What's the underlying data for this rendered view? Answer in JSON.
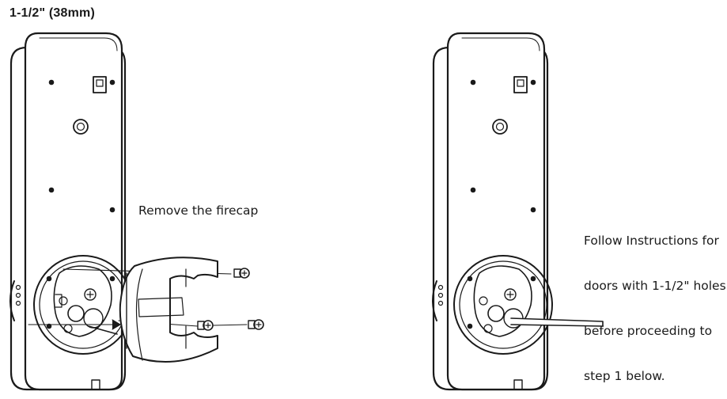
{
  "heading": "1-1/2\" (38mm)",
  "left_panel": {
    "instruction": "Remove the firecap"
  },
  "right_panel": {
    "instruction_lines": [
      "Follow Instructions for",
      "doors with 1-1/2\" holes",
      "before proceeding to",
      "step 1 below."
    ]
  }
}
